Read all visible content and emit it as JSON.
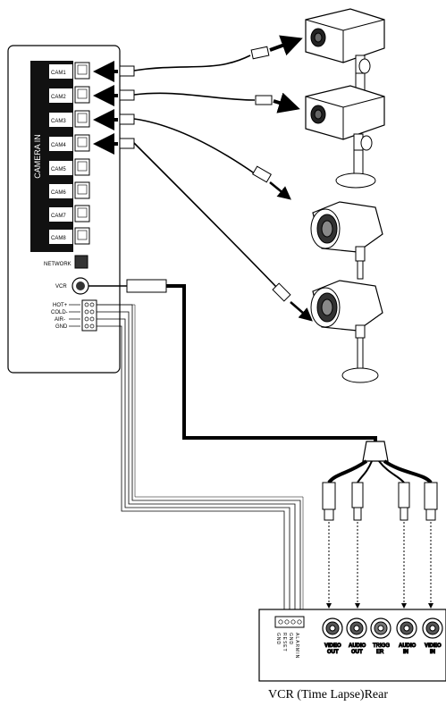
{
  "dvr": {
    "camera_in_label": "CAMERA IN",
    "cam_ports": [
      "CAM1",
      "CAM2",
      "CAM3",
      "CAM4",
      "CAM5",
      "CAM6",
      "CAM7",
      "CAM8"
    ],
    "network_label": "NETWORK",
    "vcr_label": "VCR",
    "alarm_terminals": [
      "HOT+",
      "COLD-",
      "AIR-",
      "GND"
    ]
  },
  "vcr_rear": {
    "caption": "VCR (Time Lapse)Rear",
    "terminal_labels": [
      "GND",
      "RESET",
      "GND",
      "ALARMIN"
    ],
    "jacks": [
      {
        "line1": "VIDEO",
        "line2": "OUT"
      },
      {
        "line1": "AUDIO",
        "line2": "OUT"
      },
      {
        "line1": "TRIGG",
        "line2": "ER"
      },
      {
        "line1": "AUDIO",
        "line2": "IN"
      },
      {
        "line1": "VIDEO",
        "line2": "IN"
      }
    ]
  },
  "icons": {
    "rj45": "rj45-port-icon",
    "camera_box": "box-camera-icon",
    "camera_bullet": "bullet-camera-icon",
    "connector": "cable-connector-icon"
  }
}
